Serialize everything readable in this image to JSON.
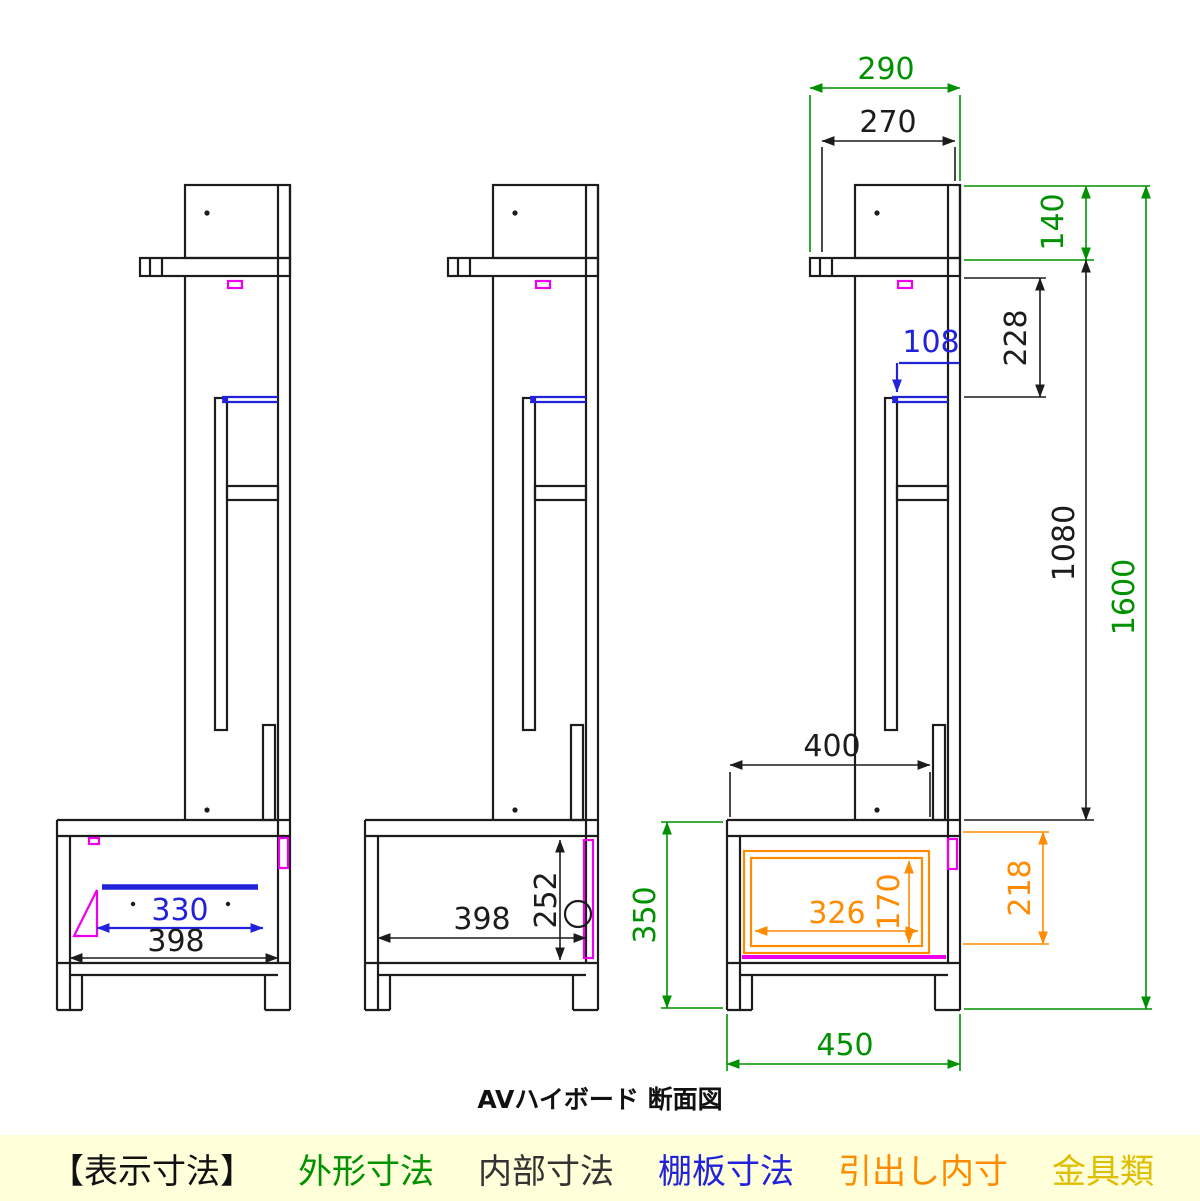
{
  "title": "AVハイボード 断面図",
  "legend": {
    "heading": "【表示寸法】",
    "items": [
      {
        "label": "外形寸法"
      },
      {
        "label": "内部寸法"
      },
      {
        "label": "棚板寸法"
      },
      {
        "label": "引出し内寸"
      },
      {
        "label": "金具類"
      }
    ]
  },
  "dims": {
    "d290": "290",
    "d270": "270",
    "d140": "140",
    "d228": "228",
    "d108": "108",
    "d1080": "1080",
    "d1600": "1600",
    "d400": "400",
    "d350": "350",
    "d450": "450",
    "d330": "330",
    "d398_left": "398",
    "d398_mid": "398",
    "d252": "252",
    "d326": "326",
    "d170": "170",
    "d218": "218"
  },
  "colors": {
    "c-outer": "#009100",
    "c-inner": "#1c1c1c",
    "c-shelf": "#2222dd",
    "c-drawer": "#ff8c00",
    "c-hardware": "#ee00ee",
    "c-legend-hw": "#debe00",
    "c-legend-bg": "#ffffd9"
  }
}
